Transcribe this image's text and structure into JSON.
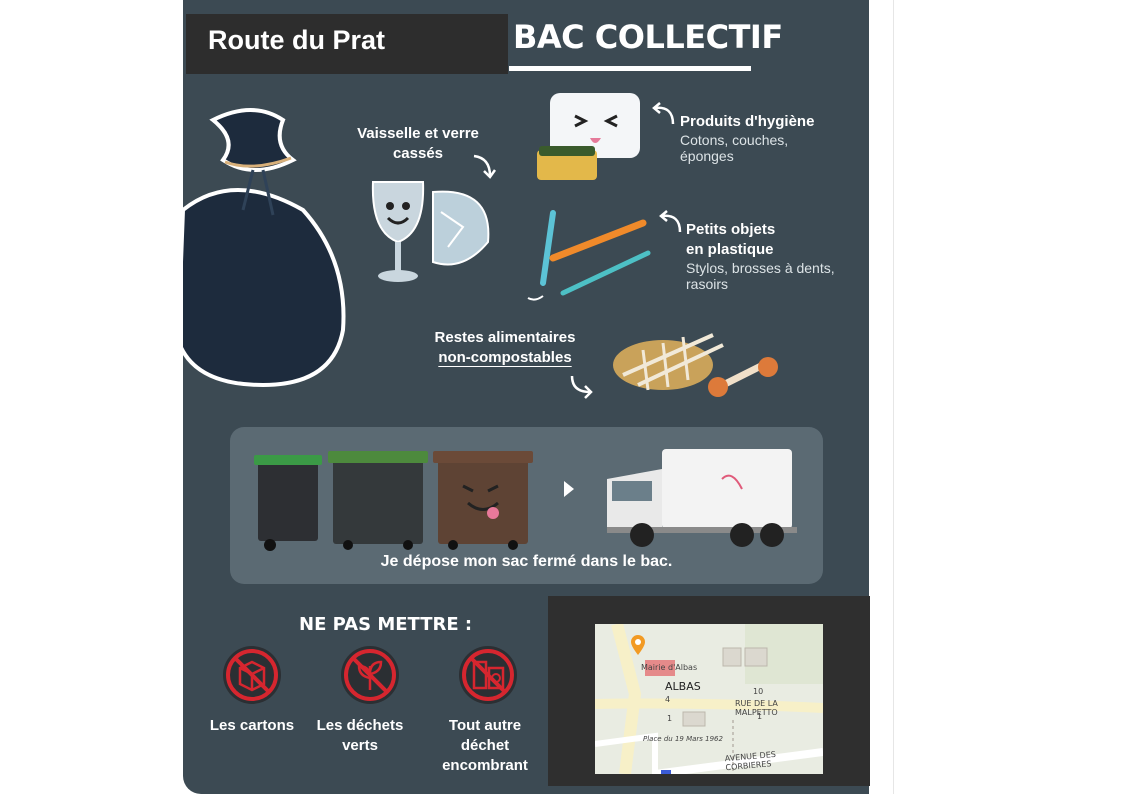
{
  "header": {
    "place": "Route du Prat",
    "title": "BAC COLLECTIF"
  },
  "items": {
    "dishes": "Vaisselle et verre cassés",
    "hygiene_title": "Produits d'hygiène",
    "hygiene_sub": "Cotons, couches, éponges",
    "plastic_title": "Petits objets en plastique",
    "plastic_sub": "Stylos, brosses à dents, rasoirs",
    "food_line1": "Restes alimentaires",
    "food_line2": "non-compostables"
  },
  "bins": {
    "caption": "Je dépose mon sac fermé dans le bac."
  },
  "forbidden": {
    "title": "NE PAS METTRE :",
    "items": [
      "Les cartons",
      "Les déchets verts",
      "Tout autre déchet encombrant"
    ]
  },
  "map": {
    "town_hall": "Mairie d'Albas",
    "town": "ALBAS",
    "street1": "RUE DE LA MALPETTO",
    "street2": "AVENUE DES CORBIERES",
    "square": "Place du 19 Mars 1962",
    "numbers": [
      "10",
      "4",
      "1",
      "1"
    ]
  }
}
